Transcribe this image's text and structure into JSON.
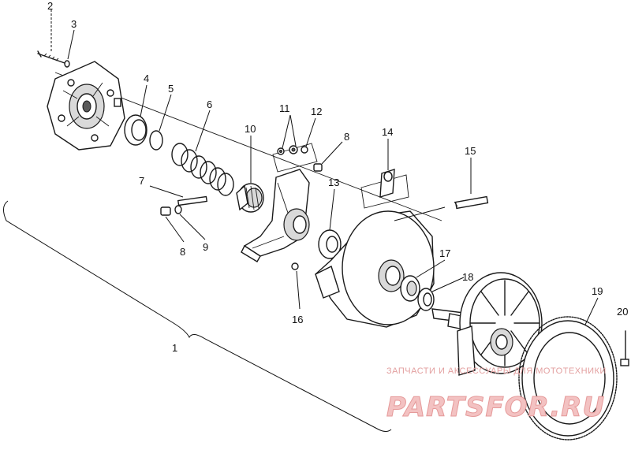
{
  "callouts": {
    "c1": "1",
    "c2": "2",
    "c3": "3",
    "c4": "4",
    "c5": "5",
    "c6": "6",
    "c7": "7",
    "c8a": "8",
    "c8b": "8",
    "c9": "9",
    "c10": "10",
    "c11": "11",
    "c12": "12",
    "c13": "13",
    "c14": "14",
    "c15": "15",
    "c16": "16",
    "c17": "17",
    "c18": "18",
    "c19": "19",
    "c20": "20"
  },
  "watermark": {
    "tagline": "ЗАПЧАСТИ И АКСЕССУАРЫ ДЛЯ МОТОТЕХНИКИ",
    "brand": "PARTSFOR.RU"
  }
}
